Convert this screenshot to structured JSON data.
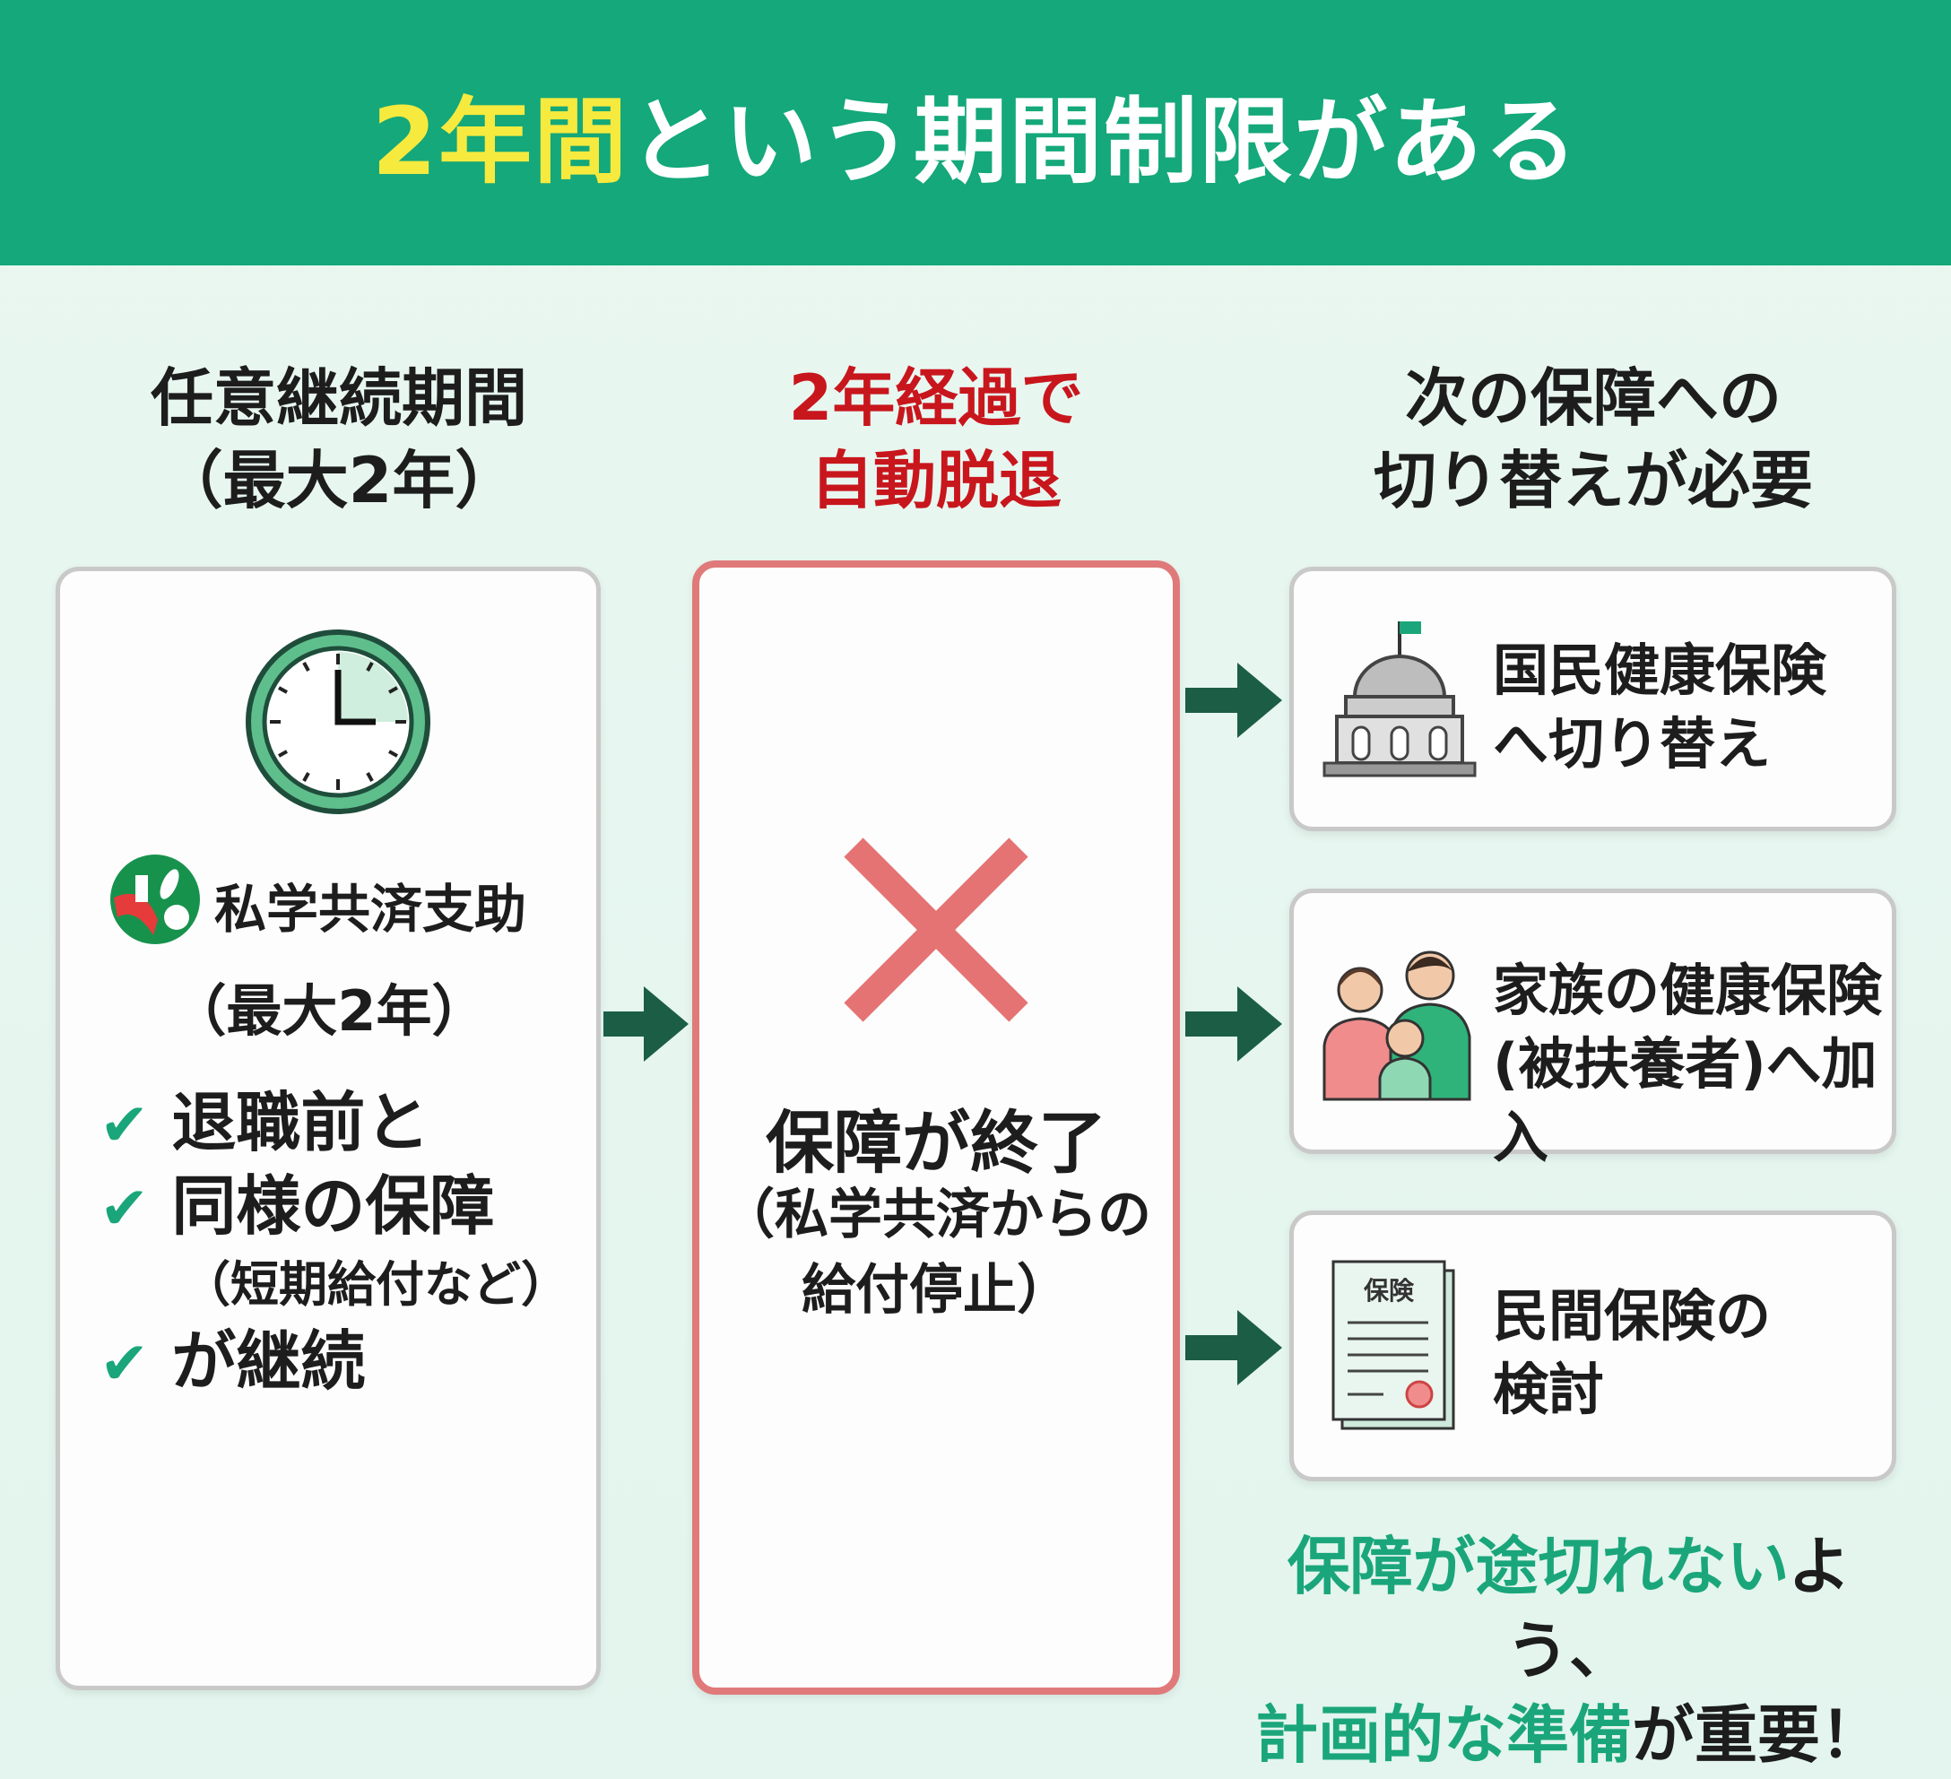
{
  "header": {
    "title_highlight": "2年間",
    "title_rest": "という期間制限がある"
  },
  "columns": {
    "left": {
      "line1": "任意継続期間",
      "line2": "（最大2年）"
    },
    "middle": {
      "line1": "2年経過で",
      "line2": "自動脱退"
    },
    "right": {
      "line1": "次の保障への",
      "line2": "切り替えが必要"
    }
  },
  "left_box": {
    "org_name": "私学共済支助",
    "org_period": "（最大2年）",
    "checks": [
      "退職前と",
      "同様の保障",
      "が継続"
    ],
    "note": "（短期給付など）"
  },
  "middle_box": {
    "title": "保障が終了",
    "sub1": "（私学共済からの",
    "sub2": "給付停止）"
  },
  "options": [
    {
      "icon": "government-building-icon",
      "line1": "国民健康保険",
      "line2": "へ切り替え"
    },
    {
      "icon": "family-icon",
      "line1": "家族の健康保険",
      "line2": "(被扶養者)へ加入"
    },
    {
      "icon": "insurance-document-icon",
      "icon_label": "保険",
      "line1": "民間保険の",
      "line2": "検討"
    }
  ],
  "footer": {
    "green1": "保障が途切れない",
    "black1": "よう、",
    "green2": "計画的な準備",
    "black2": "が重要！"
  },
  "colors": {
    "brand": "#14a87a",
    "highlight": "#f6ea3f",
    "alert": "#c8161d",
    "x_mark": "#e57373",
    "arrow": "#1b5e45"
  }
}
